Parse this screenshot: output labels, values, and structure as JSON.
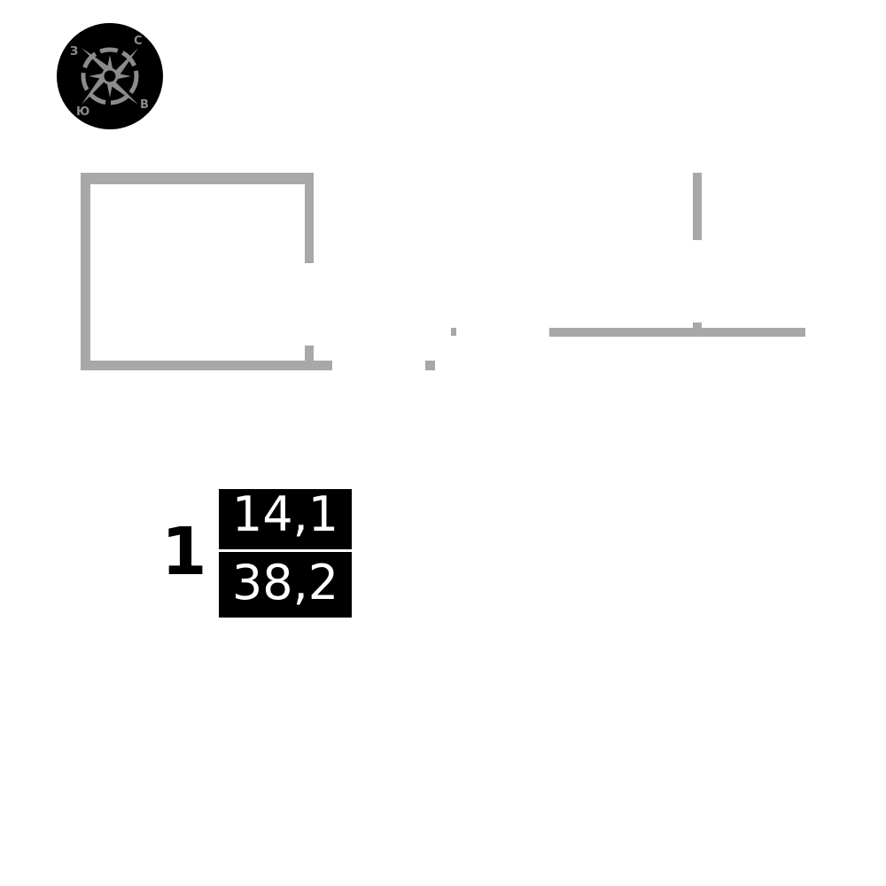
{
  "compass": {
    "icon": "compass-rose-icon",
    "north_label": "С",
    "east_label": "В",
    "south_label": "Ю",
    "west_label": "З",
    "background_color": "#000000",
    "symbol_color": "#8c8c8c"
  },
  "plan": {
    "wall_color": "#a8a8a8"
  },
  "room": {
    "number": "1",
    "value_top": "14,1",
    "value_bottom": "38,2"
  }
}
